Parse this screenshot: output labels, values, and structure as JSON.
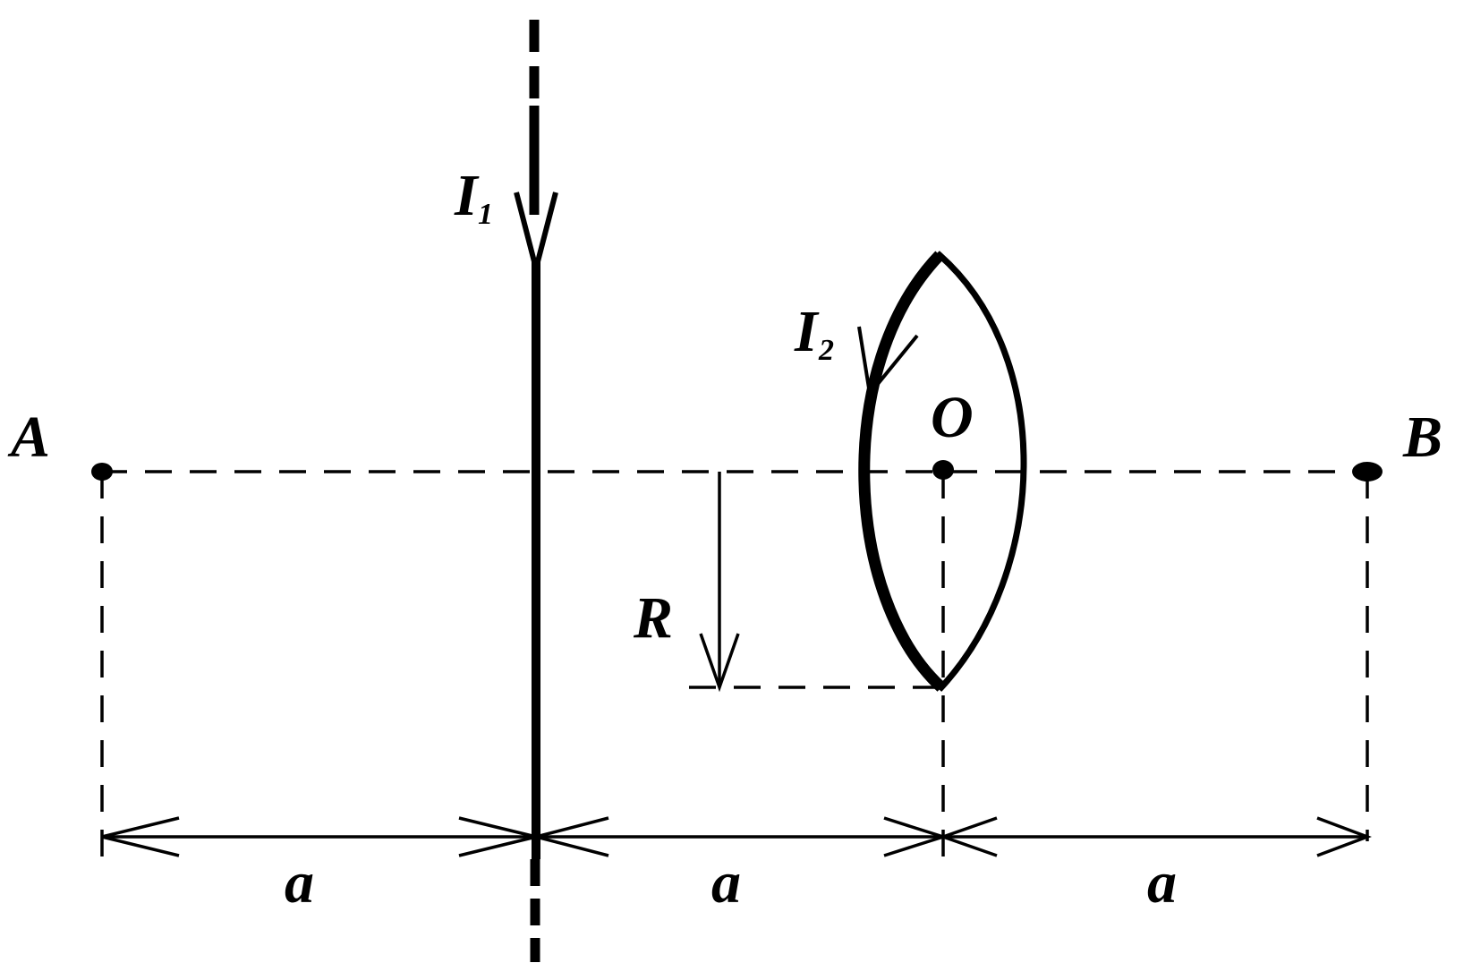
{
  "labels": {
    "point_a": "A",
    "point_b": "B",
    "center": "O",
    "current_1": "I",
    "current_1_sub": "1",
    "current_2": "I",
    "current_2_sub": "2",
    "radius": "R",
    "spacing_1": "a",
    "spacing_2": "a",
    "spacing_3": "a"
  },
  "colors": {
    "ink": "#000000",
    "background": "#ffffff"
  }
}
